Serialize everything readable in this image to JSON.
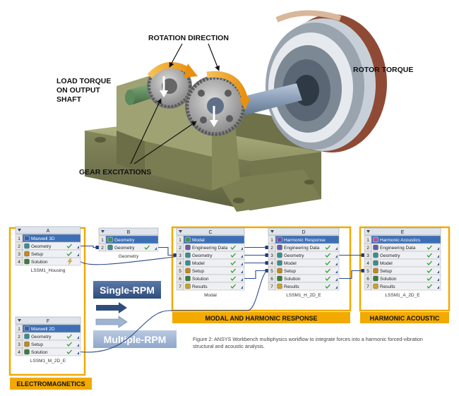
{
  "callouts": {
    "rotation": "ROTATION DIRECTION",
    "rotor": "ROTOR TORQUE",
    "load": [
      "LOAD TORQUE",
      "ON OUTPUT",
      "SHAFT"
    ],
    "gear": "GEAR EXCITATIONS"
  },
  "colors": {
    "orange": "#f2a900",
    "title_blue": "#3d6fb6",
    "row_bg": "#eef0f4",
    "check": "#2f9a2f",
    "housing": "#8b8f5e",
    "gear": "#a8a8a8",
    "red": "#b8443a",
    "teal": "#6a9c7c"
  },
  "systems": [
    {
      "id": "A",
      "title": "Maxwell 3D",
      "icon": "maxwell-icon",
      "rows": [
        {
          "n": "1",
          "label": "Maxwell 3D",
          "status": "title"
        },
        {
          "n": "2",
          "label": "Geometry",
          "status": "check"
        },
        {
          "n": "3",
          "label": "Setup",
          "status": "check"
        },
        {
          "n": "4",
          "label": "Solution",
          "status": "lightning"
        }
      ],
      "name": "LSSM1_Housing"
    },
    {
      "id": "B",
      "title": "Geometry",
      "icon": "geometry-icon",
      "rows": [
        {
          "n": "1",
          "label": "Geometry",
          "status": "title"
        },
        {
          "n": "2",
          "label": "Geometry",
          "status": "check"
        }
      ],
      "name": "Geometry"
    },
    {
      "id": "C",
      "title": "Modal",
      "icon": "modal-icon",
      "rows": [
        {
          "n": "1",
          "label": "Modal",
          "status": "title"
        },
        {
          "n": "2",
          "label": "Engineering Data",
          "status": "check"
        },
        {
          "n": "3",
          "label": "Geometry",
          "status": "check"
        },
        {
          "n": "4",
          "label": "Model",
          "status": "check"
        },
        {
          "n": "5",
          "label": "Setup",
          "status": "check"
        },
        {
          "n": "6",
          "label": "Solution",
          "status": "check"
        },
        {
          "n": "7",
          "label": "Results",
          "status": "check"
        }
      ],
      "name": "Modal"
    },
    {
      "id": "D",
      "title": "Harmonic Response",
      "icon": "harmonic-response-icon",
      "rows": [
        {
          "n": "1",
          "label": "Harmonic Response",
          "status": "title"
        },
        {
          "n": "2",
          "label": "Engineering Data",
          "status": "check"
        },
        {
          "n": "3",
          "label": "Geometry",
          "status": "check"
        },
        {
          "n": "4",
          "label": "Model",
          "status": "check"
        },
        {
          "n": "5",
          "label": "Setup",
          "status": "check"
        },
        {
          "n": "6",
          "label": "Solution",
          "status": "check"
        },
        {
          "n": "7",
          "label": "Results",
          "status": "check"
        }
      ],
      "name": "LSSM1_H_2D_E"
    },
    {
      "id": "E",
      "title": "Harmonic Acoustics",
      "icon": "harmonic-acoustics-icon",
      "rows": [
        {
          "n": "1",
          "label": "Harmonic Acoustics",
          "status": "title"
        },
        {
          "n": "2",
          "label": "Engineering Data",
          "status": "check"
        },
        {
          "n": "3",
          "label": "Geometry",
          "status": "check"
        },
        {
          "n": "4",
          "label": "Model",
          "status": "check"
        },
        {
          "n": "5",
          "label": "Setup",
          "status": "check"
        },
        {
          "n": "6",
          "label": "Solution",
          "status": "check"
        },
        {
          "n": "7",
          "label": "Results",
          "status": "check"
        }
      ],
      "name": "LSSM1_A_2D_E"
    },
    {
      "id": "F",
      "title": "Maxwell 2D",
      "icon": "maxwell-icon",
      "rows": [
        {
          "n": "1",
          "label": "Maxwell 2D",
          "status": "title"
        },
        {
          "n": "2",
          "label": "Geometry",
          "status": "check"
        },
        {
          "n": "3",
          "label": "Setup",
          "status": "check"
        },
        {
          "n": "4",
          "label": "Solution",
          "status": "check"
        }
      ],
      "name": "LSSM1_M_2D_E"
    }
  ],
  "labels": {
    "single_rpm": "Single-RPM",
    "multiple_rpm": "Multiple-RPM",
    "modal_harmonic": "MODAL AND HARMONIC RESPONSE",
    "harmonic_acoustic": "HARMONIC ACOUSTIC",
    "electromagnetics": "ELECTROMAGNETICS"
  },
  "caption": "Figure 2:  ANSYS Workbench multiphysics workflow to integrate forces into a harmonic forced-vibration structural and acoustic analysis."
}
